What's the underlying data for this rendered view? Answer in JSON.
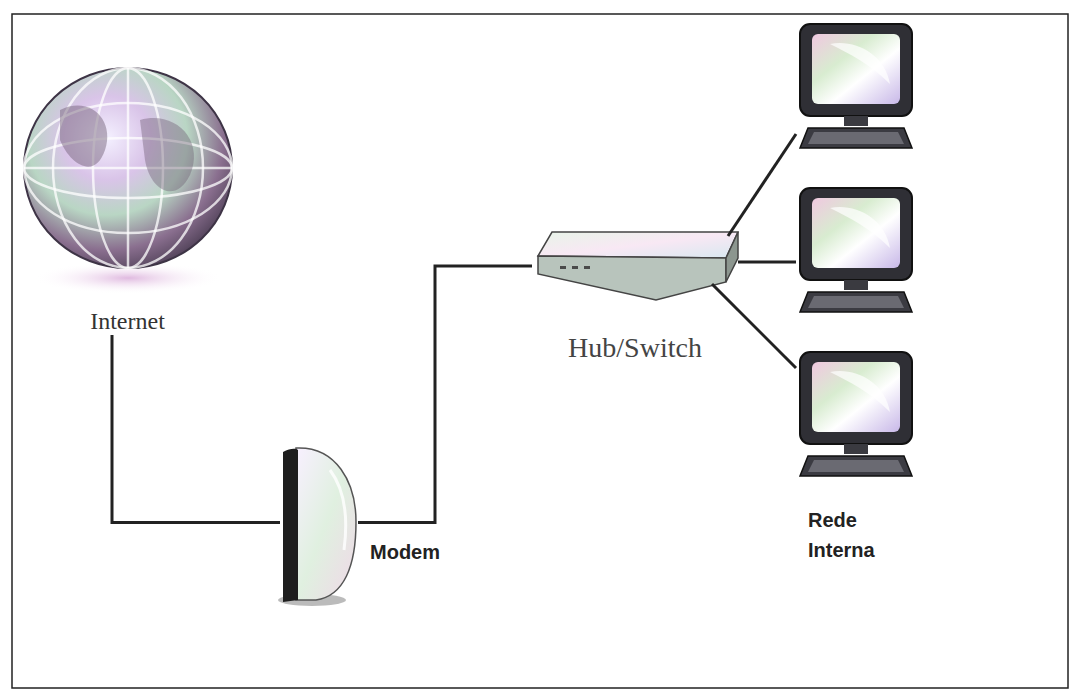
{
  "diagram": {
    "nodes": [
      {
        "text": [
          "Internet"
        ]
      },
      {
        "text": [
          "Modem"
        ]
      },
      {
        "text": [
          "Hub/Switch"
        ]
      }
    ],
    "edges": [
      {
        "from": 0,
        "to": 1,
        "arrow": "none"
      },
      {
        "from": 1,
        "to": 2,
        "arrow": "none"
      }
    ],
    "labels": [
      "Rede Interna"
    ]
  }
}
